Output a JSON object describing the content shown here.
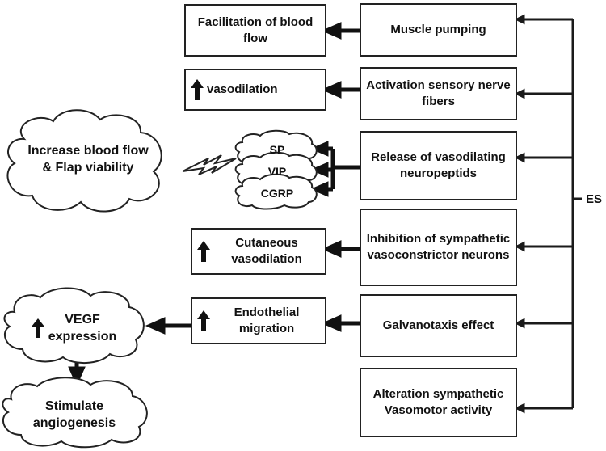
{
  "mechanisms": [
    "Muscle pumping",
    "Activation sensory nerve fibers",
    "Release of vasodilating neuropeptids",
    "Inhibition of sympathetic vasoconstrictor neurons",
    "Galvanotaxis effect",
    "Alteration sympathetic Vasomotor activity"
  ],
  "effects": {
    "blood_flow": "Facilitation of blood flow",
    "vasodilation": "vasodilation",
    "cutaneous": "Cutaneous vasodilation",
    "endothelial": "Endothelial migration"
  },
  "neuropeptides": [
    "SP",
    "VIP",
    "CGRP"
  ],
  "outcomes": {
    "flap": "Increase blood flow & Flap viability",
    "vegf": "VEGF expression",
    "angiogenesis": "Stimulate angiogenesis"
  },
  "source_label": "ES",
  "icons": {
    "increase": "up-arrow-icon",
    "signal": "lightning-bolt-icon"
  },
  "colors": {
    "stroke": "#222222",
    "fill": "#ffffff",
    "text": "#111111"
  }
}
